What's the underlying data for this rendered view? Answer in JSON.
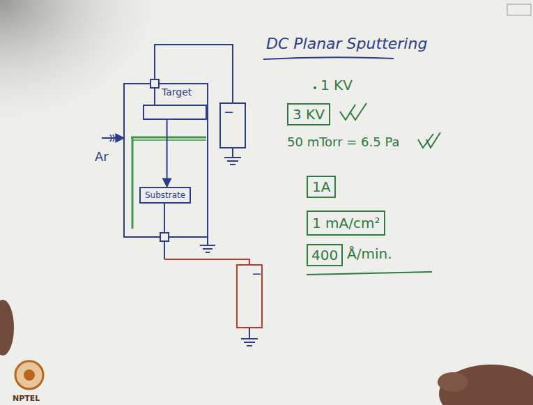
{
  "diagram": {
    "title": "DC Planar Sputtering",
    "nodes": [
      {
        "text": [
          "Target"
        ]
      },
      {
        "text": [
          "Substrate"
        ]
      },
      {
        "text": [
          "3 KV"
        ]
      },
      {
        "text": [
          "1A"
        ]
      },
      {
        "text": [
          "1 mA/cm²"
        ]
      },
      {
        "text": [
          "400"
        ]
      }
    ],
    "edges": [
      {
        "from": 0,
        "to": 1,
        "arrow": "to"
      }
    ],
    "labels": [
      "Ar",
      "−",
      "−",
      "1 KV",
      "50 mTorr = 6.5 Pa",
      "Å/min.",
      "NPTEL"
    ]
  }
}
